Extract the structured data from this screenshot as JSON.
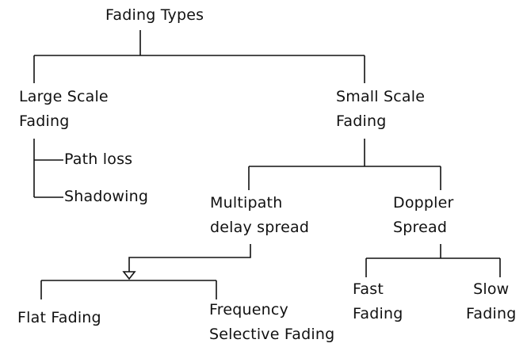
{
  "diagram": {
    "root": "Fading Types",
    "large_scale": [
      "Large Scale",
      "Fading"
    ],
    "small_scale": [
      "Small Scale",
      "Fading"
    ],
    "path_loss": "Path loss",
    "shadowing": "Shadowing",
    "multipath": [
      "Multipath",
      "delay spread"
    ],
    "doppler": [
      "Doppler",
      "Spread"
    ],
    "flat_fading": "Flat Fading",
    "frequency_selective": [
      "Frequency",
      "Selective Fading"
    ],
    "fast_fading": [
      "Fast",
      "Fading"
    ],
    "slow_fading": [
      "Slow",
      "Fading"
    ]
  }
}
